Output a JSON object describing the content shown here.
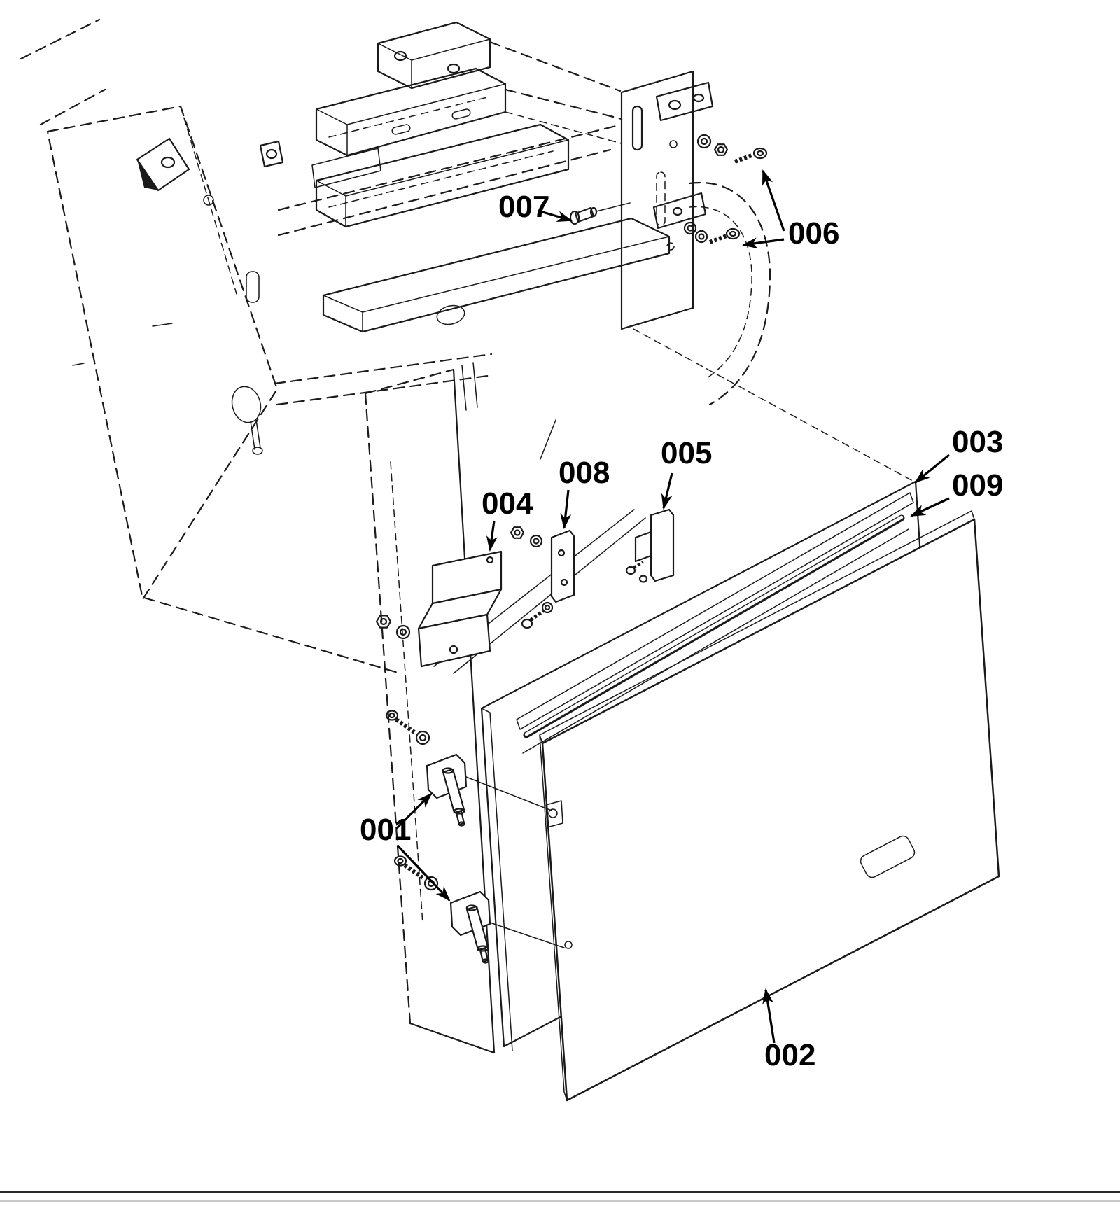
{
  "figure": {
    "kind": "exploded-parts-diagram",
    "background": "#ffffff",
    "line_color": "#1a1a1a",
    "label_color": "#000000"
  },
  "callouts": {
    "c001": {
      "label": "001"
    },
    "c002": {
      "label": "002"
    },
    "c003": {
      "label": "003"
    },
    "c004": {
      "label": "004"
    },
    "c005": {
      "label": "005"
    },
    "c006": {
      "label": "006"
    },
    "c007": {
      "label": "007"
    },
    "c008": {
      "label": "008"
    },
    "c009": {
      "label": "009"
    }
  }
}
